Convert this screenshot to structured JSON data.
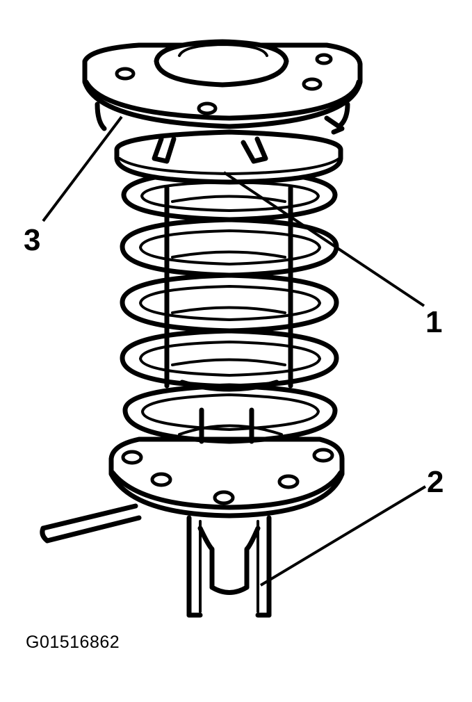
{
  "callouts": [
    {
      "label": "1"
    },
    {
      "label": "2"
    },
    {
      "label": "3"
    }
  ],
  "figure_id": "G01516862"
}
